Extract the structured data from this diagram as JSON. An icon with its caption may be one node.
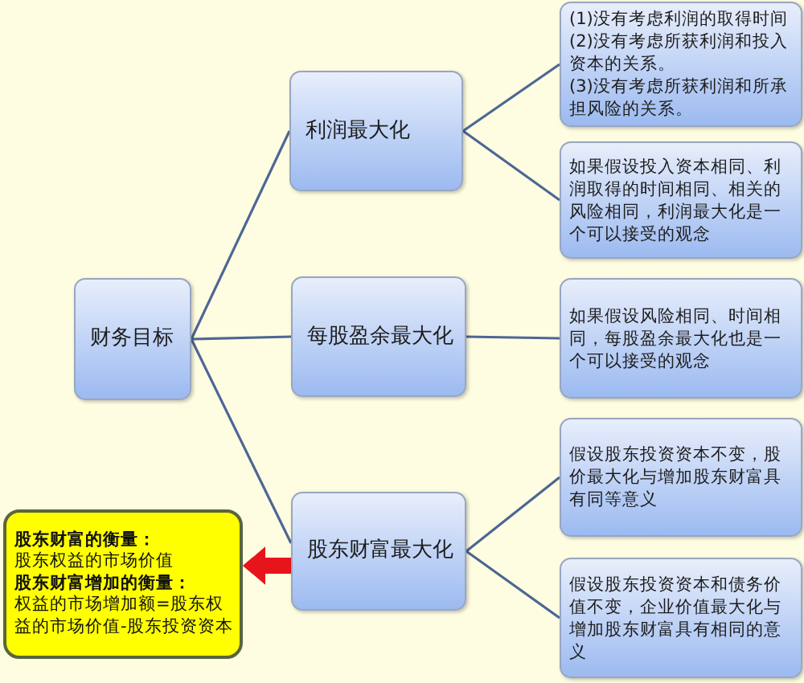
{
  "diagram": {
    "nodes": [
      {
        "text": [
          "财务目标"
        ]
      },
      {
        "text": [
          "利润最大化"
        ]
      },
      {
        "text": [
          "每股盈余最大化"
        ]
      },
      {
        "text": [
          "股东财富最大化"
        ]
      },
      {
        "text": [
          "股东财富的衡量：",
          "股东权益的市场价值",
          "股东财富增加的衡量：",
          "权益的市场增加额=股东权益的市场价值-股东投资资本"
        ]
      },
      {
        "text": [
          "(1)没有考虑利润的取得时间",
          "(2)没有考虑所获利润和投入资本的关系。",
          "(3)没有考虑所获利润和所承担风险的关系。"
        ]
      },
      {
        "text": [
          "如果假设投入资本相同、利润取得的时间相同、相关的风险相同，利润最大化是一个可以接受的观念"
        ]
      },
      {
        "text": [
          "如果假设风险相同、时间相同，每股盈余最大化也是一个可以接受的观念"
        ]
      },
      {
        "text": [
          "假设股东投资资本不变，股价最大化与增加股东财富具有同等意义"
        ]
      },
      {
        "text": [
          "假设股东投资资本和债务价值不变，企业价值最大化与增加股东财富具有相同的意义"
        ]
      }
    ],
    "edges": [
      {
        "from": 0,
        "to": 1,
        "arrow": "none"
      },
      {
        "from": 0,
        "to": 2,
        "arrow": "none"
      },
      {
        "from": 0,
        "to": 3,
        "arrow": "none"
      },
      {
        "from": 1,
        "to": 5,
        "arrow": "none"
      },
      {
        "from": 1,
        "to": 6,
        "arrow": "none"
      },
      {
        "from": 2,
        "to": 7,
        "arrow": "none"
      },
      {
        "from": 3,
        "to": 8,
        "arrow": "none"
      },
      {
        "from": 3,
        "to": 9,
        "arrow": "none"
      },
      {
        "from": 3,
        "to": 4,
        "arrow": "to",
        "style": "thick",
        "color": "#e8141b"
      }
    ]
  }
}
